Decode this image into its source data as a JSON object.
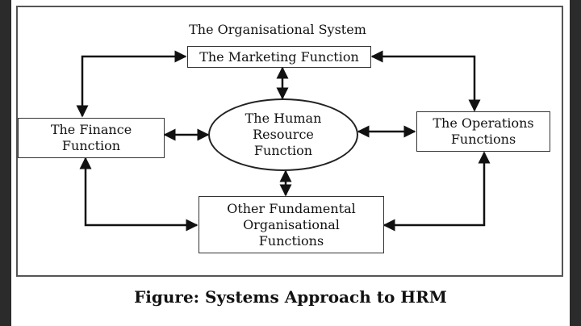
{
  "diagram": {
    "system_label": "The Organisational System",
    "nodes": {
      "marketing": "The Marketing Function",
      "finance": "The Finance\nFunction",
      "hrm": "The Human\nResource\nFunction",
      "operations": "The Operations\nFunctions",
      "other": "Other Fundamental\nOrganisational\nFunctions"
    },
    "caption": "Figure: Systems Approach to HRM"
  }
}
